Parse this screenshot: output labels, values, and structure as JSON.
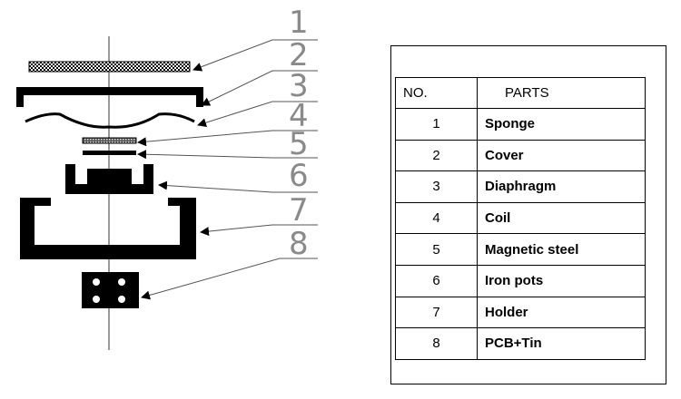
{
  "diagram": {
    "callouts": [
      "1",
      "2",
      "3",
      "4",
      "5",
      "6",
      "7",
      "8"
    ]
  },
  "table": {
    "header_no": "NO.",
    "header_parts": "PARTS",
    "rows": [
      {
        "no": "1",
        "part": "Sponge"
      },
      {
        "no": "2",
        "part": "Cover"
      },
      {
        "no": "3",
        "part": "Diaphragm"
      },
      {
        "no": "4",
        "part": "Coil"
      },
      {
        "no": "5",
        "part": "Magnetic steel"
      },
      {
        "no": "6",
        "part": "Iron pots"
      },
      {
        "no": "7",
        "part": "Holder"
      },
      {
        "no": "8",
        "part": "PCB+Tin"
      }
    ]
  }
}
